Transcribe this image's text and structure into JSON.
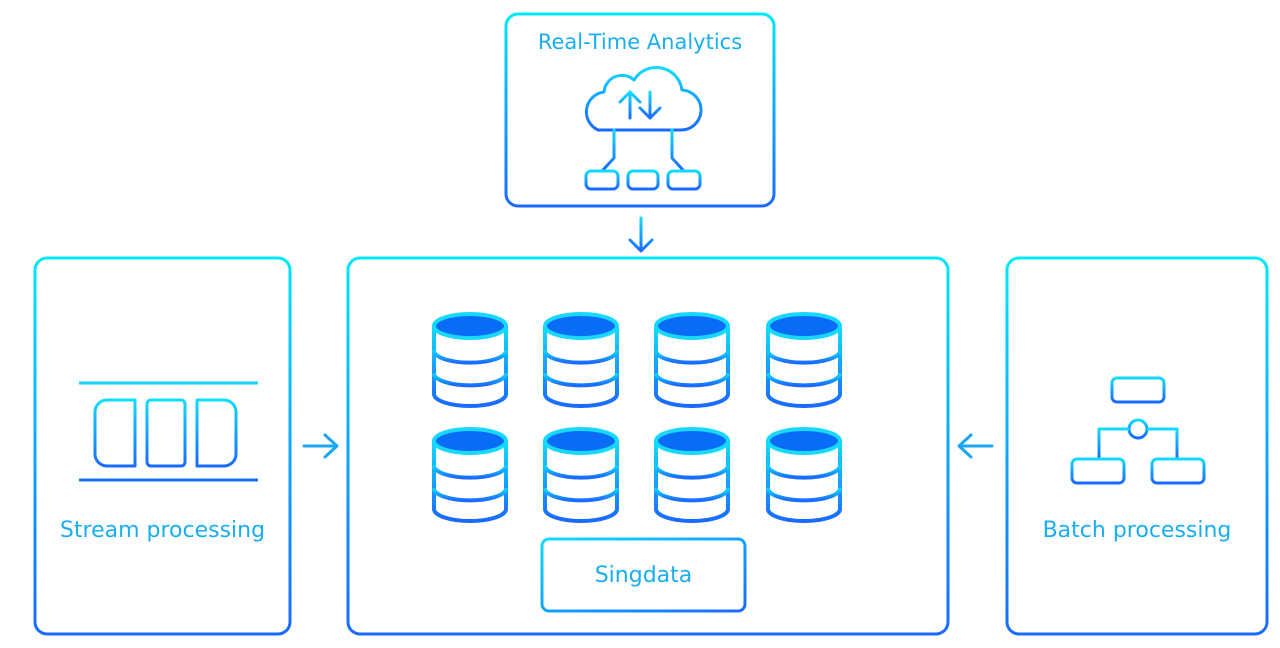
{
  "diagram": {
    "top_box": {
      "label": "Real-Time Analytics",
      "icon": "cloud-network-icon"
    },
    "left_box": {
      "label": "Stream processing",
      "icon": "stream-queue-icon"
    },
    "right_box": {
      "label": "Batch processing",
      "icon": "hierarchy-flow-icon"
    },
    "center_box": {
      "label": "Singdata",
      "icon": "database-icon",
      "database_count": 8
    },
    "arrows": [
      {
        "from": "Real-Time Analytics",
        "to": "Singdata",
        "direction": "down"
      },
      {
        "from": "Stream processing",
        "to": "Singdata",
        "direction": "right"
      },
      {
        "from": "Batch processing",
        "to": "Singdata",
        "direction": "left"
      }
    ],
    "colors": {
      "gradient_top": "#00e8ff",
      "gradient_bottom": "#1a6aff",
      "text": "#1aaef0",
      "db_fill": "#0a6cf5"
    }
  }
}
